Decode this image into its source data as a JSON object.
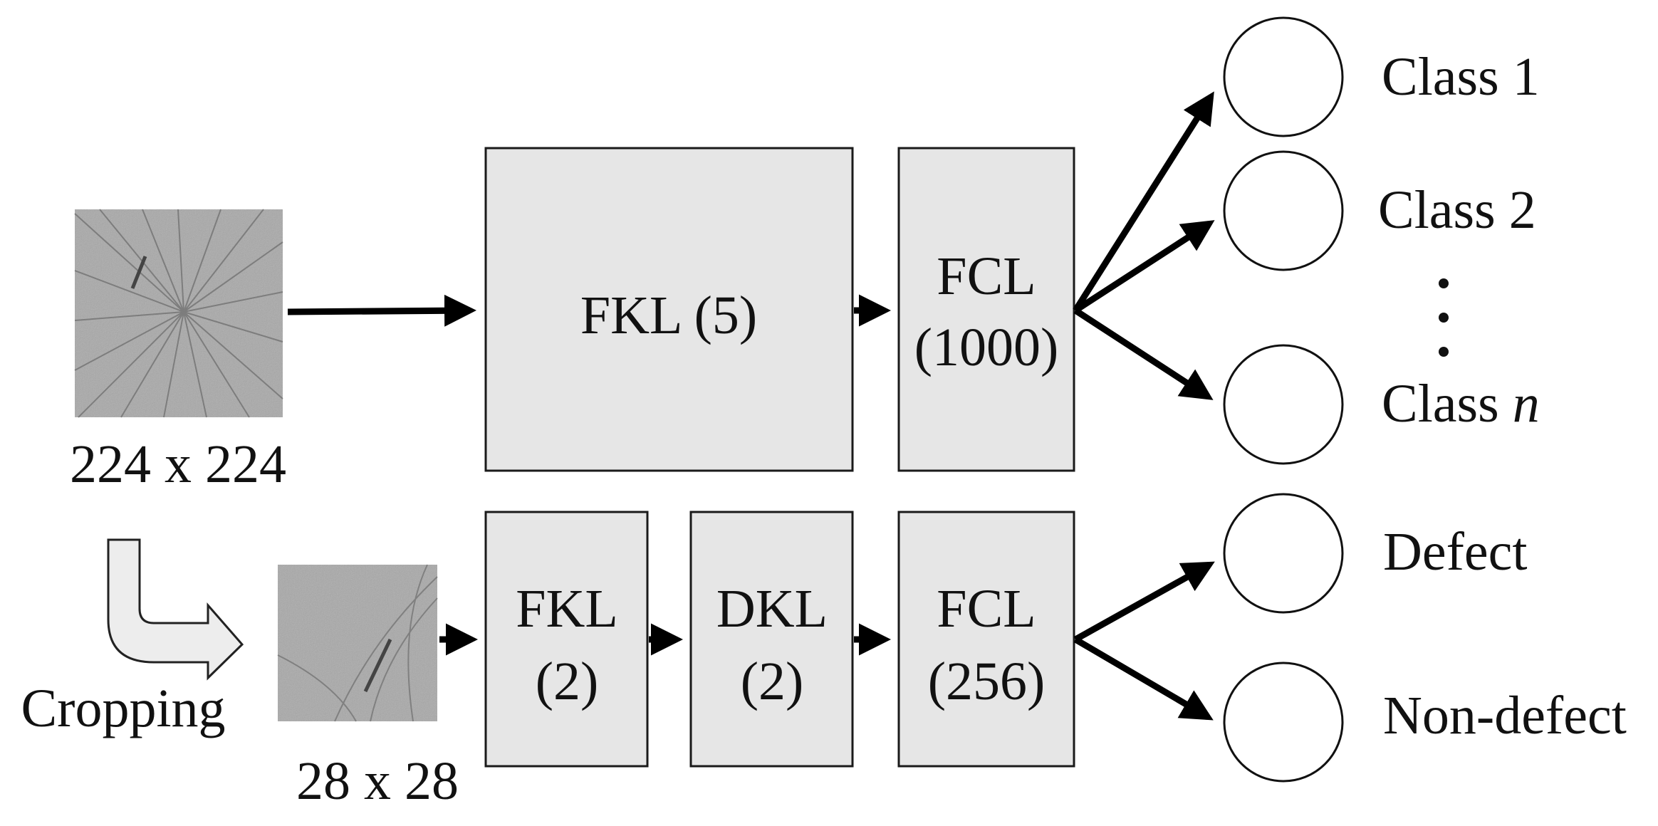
{
  "input": {
    "large_size": "224 x 224",
    "crop_label": "Cropping",
    "small_size": "28 x 28"
  },
  "top_branch": {
    "fkl": "FKL (5)",
    "fcl_line1": "FCL",
    "fcl_line2": "(1000)",
    "outputs": [
      "Class 1",
      "Class 2",
      "Class "
    ],
    "last_output_italic": "n",
    "ellipsis": "⋮"
  },
  "bottom_branch": {
    "fkl_line1": "FKL",
    "fkl_line2": "(2)",
    "dkl_line1": "DKL",
    "dkl_line2": "(2)",
    "fcl_line1": "FCL",
    "fcl_line2": "(256)",
    "outputs": [
      "Defect",
      "Non-defect"
    ]
  },
  "colors": {
    "box_fill": "#e6e6e6",
    "image_gray": "#a8a8a8",
    "stroke": "#111111"
  }
}
